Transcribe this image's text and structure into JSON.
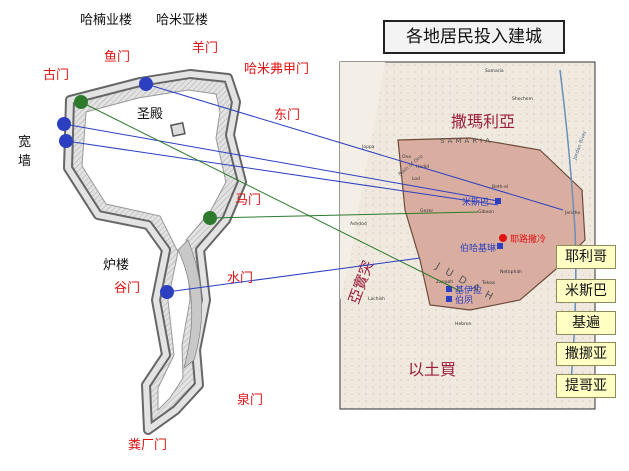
{
  "map": {
    "title": "各地居民投入建城",
    "wall_labels": {
      "hananel_tower": "哈楠业楼",
      "hammeah_tower": "哈米亚楼",
      "sheep_gate": "羊门",
      "fish_gate": "鱼门",
      "old_gate": "古门",
      "miphkad_gate": "哈米弗甲门",
      "broad_wall": "宽墙",
      "east_gate": "东门",
      "temple": "圣殿",
      "horse_gate": "马门",
      "furnace_tower": "炉楼",
      "water_gate": "水门",
      "valley_gate": "谷门",
      "fountain_gate": "泉门",
      "dung_gate": "粪厂门"
    },
    "regions": {
      "samaria": "撒瑪利亞",
      "edom": "以土買",
      "ashdod": "亞實突",
      "samaria_latin": "SAMARIA",
      "judah_latin": "JUDAH",
      "plain_ono": "Plain of Ono"
    },
    "towns": {
      "mizpah": "米斯巴",
      "jerusalem": "耶路撒冷",
      "beth_haccherem": "伯哈基琳",
      "keilah": "基伊拉",
      "beth_zur": "伯夙",
      "samaria_city": "Samaria",
      "shechem": "Shechem",
      "joppa": "Joppa",
      "lod": "Lod",
      "hadid": "Hadid",
      "ono": "Ono",
      "jericho": "Jericho",
      "gibeon": "Gibeon",
      "bethel": "Beth-el",
      "gezer": "Gezer",
      "zanoah": "Zanoah",
      "tekoa": "Tekoa",
      "hebron": "Hebron",
      "ashdod_city": "Ashdod",
      "lachish": "Lachish",
      "jordan": "Jordan River",
      "netophah": "Netophah"
    },
    "legend": [
      "耶利哥",
      "米斯巴",
      "基遍",
      "撒挪亚",
      "提哥亚"
    ],
    "colors": {
      "blue_marker": "#2b3fc0",
      "green_marker": "#2d7a2d",
      "red_label": "#e01414",
      "region_pink": "#d8b0a0",
      "label_dark_red": "#9c1e3c"
    }
  }
}
